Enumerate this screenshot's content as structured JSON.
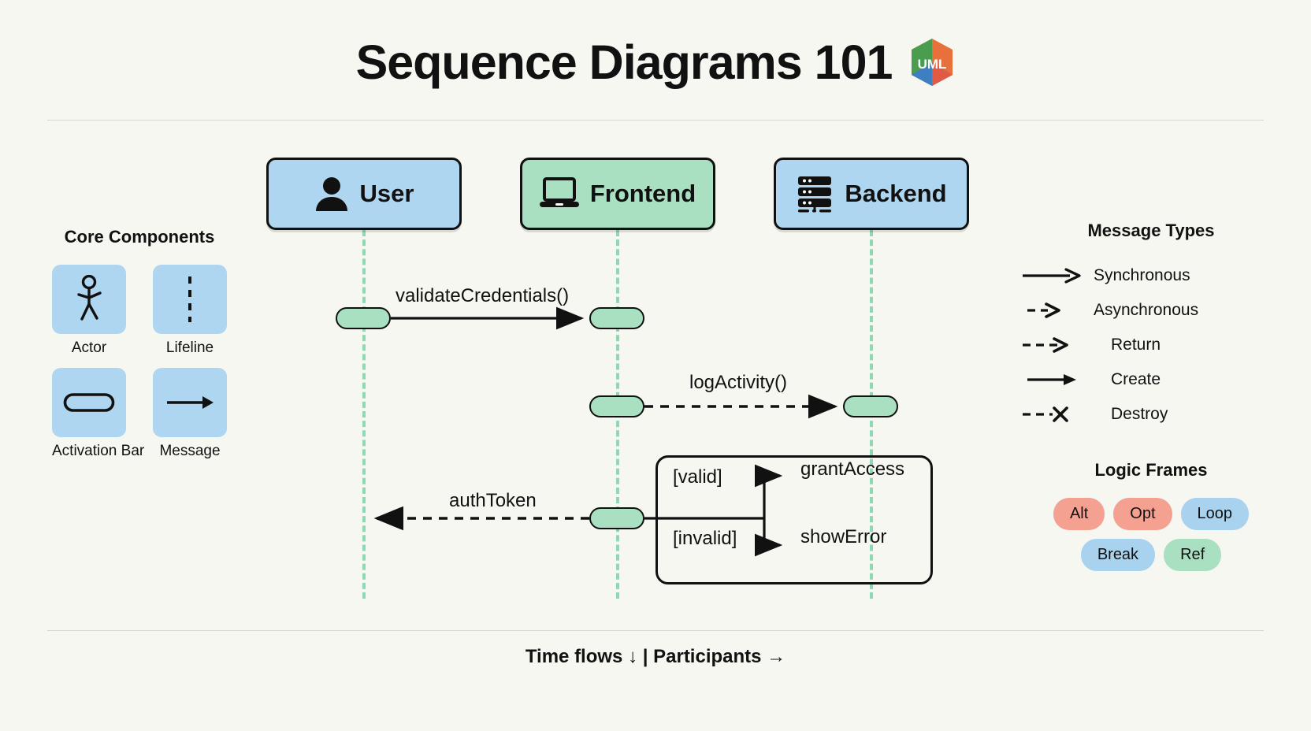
{
  "header": {
    "title": "Sequence Diagrams 101",
    "logo": {
      "name": "uml-logo",
      "text": "UML"
    }
  },
  "colors": {
    "background": "#f7f7f2",
    "participant_blue": "#aed6f1",
    "participant_green": "#a9e0c2",
    "lifeline": "#8fd8b4",
    "activation": "#a9e0c2",
    "pill_salmon": "#f5a192",
    "pill_blue": "#a9d2ef",
    "pill_green": "#a9e0c2",
    "stroke": "#111111"
  },
  "core_components": {
    "title": "Core Components",
    "items": [
      {
        "label": "Actor",
        "icon": "actor-stick-figure-icon"
      },
      {
        "label": "Lifeline",
        "icon": "lifeline-dashed-icon"
      },
      {
        "label": "Activation Bar",
        "icon": "activation-bar-icon"
      },
      {
        "label": "Message",
        "icon": "message-arrow-icon"
      }
    ]
  },
  "message_types": {
    "title": "Message Types",
    "items": [
      {
        "label": "Synchronous",
        "style": "solid-arrow",
        "icon": "solid-arrow-icon"
      },
      {
        "label": "Asynchronous",
        "style": "short-dashed-arrow",
        "icon": "async-arrow-icon"
      },
      {
        "label": "Return",
        "style": "dashed-open-arrow",
        "icon": "return-arrow-icon"
      },
      {
        "label": "Create",
        "style": "solid-arrow",
        "icon": "create-arrow-icon"
      },
      {
        "label": "Destroy",
        "style": "dashed-cross",
        "icon": "destroy-x-icon"
      }
    ]
  },
  "logic_frames": {
    "title": "Logic Frames",
    "pills": [
      {
        "label": "Alt",
        "color": "salmon"
      },
      {
        "label": "Opt",
        "color": "salmon"
      },
      {
        "label": "Loop",
        "color": "blue"
      },
      {
        "label": "Break",
        "color": "blue"
      },
      {
        "label": "Ref",
        "color": "green"
      }
    ]
  },
  "diagram": {
    "participants": [
      {
        "name": "User",
        "icon": "person-icon",
        "color": "blue"
      },
      {
        "name": "Frontend",
        "icon": "laptop-icon",
        "color": "green"
      },
      {
        "name": "Backend",
        "icon": "database-icon",
        "color": "blue"
      }
    ],
    "messages": [
      {
        "label": "validateCredentials()",
        "from": "User",
        "to": "Frontend",
        "style": "solid",
        "direction": "right"
      },
      {
        "label": "logActivity()",
        "from": "Frontend",
        "to": "Backend",
        "style": "dashed",
        "direction": "right"
      },
      {
        "label": "authToken",
        "from": "Frontend",
        "to": "User",
        "style": "dashed",
        "direction": "left"
      }
    ],
    "alt_frame": {
      "branches": [
        {
          "guard": "[valid]",
          "target": "grantAccess"
        },
        {
          "guard": "[invalid]",
          "target": "showError"
        }
      ]
    }
  },
  "footer": {
    "text": "Time flows ↓ | Participants →"
  }
}
